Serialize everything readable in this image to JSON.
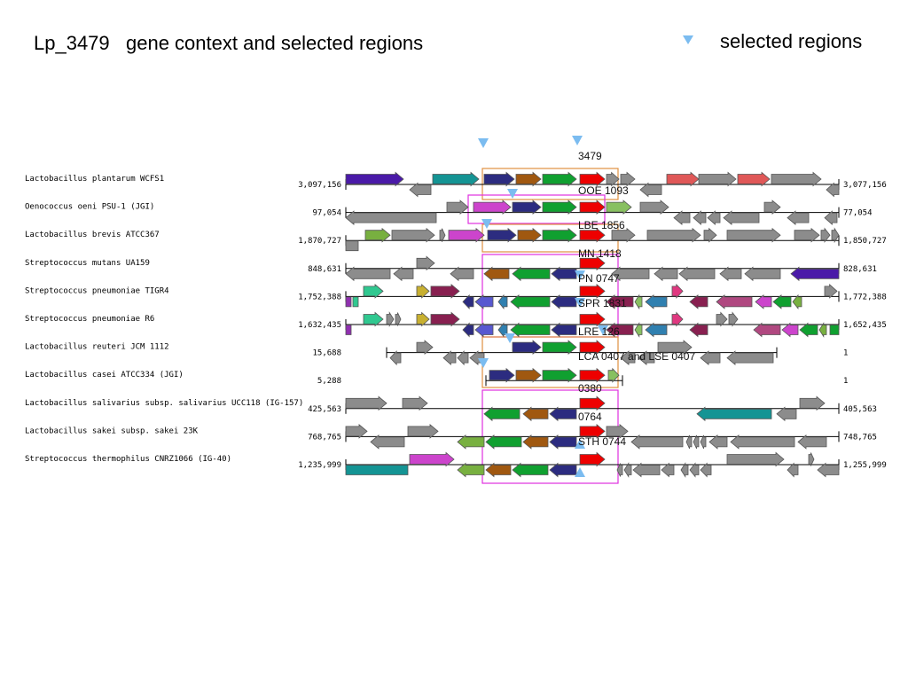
{
  "title": "Lp_3479   gene context and selected regions",
  "legend": {
    "label": "selected regions",
    "icon": "down-triangle-icon",
    "color": "#7bbcf0"
  },
  "colors": {
    "gray": "#8c8c8c",
    "purple": "#4a1aa8",
    "teal": "#149494",
    "navy": "#2c2c80",
    "brown": "#a05810",
    "green": "#10a030",
    "red": "#ee0000",
    "lightgreen": "#88c060",
    "salmon": "#e05858",
    "magenta": "#cc44cc",
    "lime": "#78b040",
    "mint": "#30c890",
    "olive": "#c8b030",
    "maroon": "#882050",
    "blue": "#5858d0",
    "steel": "#3080b0",
    "pink": "#e03880",
    "mauve": "#b04880",
    "violet": "#9030b0",
    "box_orange": "#e09040",
    "box_magenta": "#e030e0",
    "marker": "#7bbcf0"
  },
  "rows": [
    {
      "organism": "Lactobacillus plantarum WCFS1",
      "left": "3,097,156",
      "right": "3,077,156",
      "genes": [
        [
          390,
          455,
          "purple",
          1
        ],
        [
          462,
          486,
          "gray",
          -1
        ],
        [
          488,
          540,
          "teal",
          1
        ],
        [
          546,
          580,
          "navy",
          1
        ],
        [
          582,
          610,
          "brown",
          1
        ],
        [
          612,
          650,
          "green",
          1
        ],
        [
          654,
          682,
          "red",
          1
        ],
        [
          684,
          698,
          "gray",
          1
        ],
        [
          700,
          716,
          "gray",
          1
        ],
        [
          722,
          746,
          "gray",
          -1
        ],
        [
          752,
          788,
          "salmon",
          1
        ],
        [
          788,
          830,
          "gray",
          1
        ],
        [
          832,
          868,
          "salmon",
          1
        ],
        [
          870,
          926,
          "gray",
          1
        ],
        [
          932,
          946,
          "gray",
          -1
        ]
      ]
    },
    {
      "organism": "Oenococcus oeni PSU-1 (JGI)",
      "left": "97,054",
      "right": "77,054",
      "genes": [
        [
          390,
          492,
          "gray",
          -1
        ],
        [
          504,
          528,
          "gray",
          1
        ],
        [
          534,
          576,
          "magenta",
          1
        ],
        [
          578,
          610,
          "navy",
          1
        ],
        [
          612,
          650,
          "green",
          1
        ],
        [
          654,
          682,
          "red",
          1
        ],
        [
          684,
          712,
          "lightgreen",
          1
        ],
        [
          722,
          754,
          "gray",
          1
        ],
        [
          760,
          778,
          "gray",
          -1
        ],
        [
          782,
          796,
          "gray",
          -1
        ],
        [
          798,
          812,
          "gray",
          -1
        ],
        [
          816,
          856,
          "gray",
          -1
        ],
        [
          862,
          880,
          "gray",
          1
        ],
        [
          888,
          912,
          "gray",
          -1
        ],
        [
          930,
          944,
          "gray",
          -1
        ]
      ]
    },
    {
      "organism": "Lactobacillus brevis ATCC367",
      "left": "1,870,727",
      "right": "1,850,727",
      "genes": [
        [
          390,
          404,
          "gray",
          0
        ],
        [
          412,
          440,
          "lime",
          1
        ],
        [
          442,
          490,
          "gray",
          1
        ],
        [
          496,
          502,
          "gray",
          1
        ],
        [
          506,
          546,
          "magenta",
          1
        ],
        [
          550,
          582,
          "navy",
          1
        ],
        [
          584,
          610,
          "brown",
          1
        ],
        [
          612,
          650,
          "green",
          1
        ],
        [
          654,
          682,
          "red",
          1
        ],
        [
          690,
          716,
          "gray",
          1
        ],
        [
          730,
          790,
          "gray",
          1
        ],
        [
          794,
          808,
          "gray",
          1
        ],
        [
          820,
          880,
          "gray",
          1
        ],
        [
          896,
          924,
          "gray",
          1
        ],
        [
          926,
          936,
          "gray",
          1
        ],
        [
          938,
          946,
          "gray",
          1
        ]
      ]
    },
    {
      "organism": "Streptococcus mutans UA159",
      "left": "848,631",
      "right": "828,631",
      "genes": [
        [
          390,
          440,
          "gray",
          -1
        ],
        [
          444,
          466,
          "gray",
          -1
        ],
        [
          470,
          490,
          "gray",
          1
        ],
        [
          508,
          534,
          "gray",
          -1
        ],
        [
          546,
          574,
          "brown",
          -1
        ],
        [
          578,
          620,
          "green",
          -1
        ],
        [
          622,
          650,
          "navy",
          -1
        ],
        [
          654,
          682,
          "red",
          1
        ],
        [
          690,
          732,
          "gray",
          -1
        ],
        [
          738,
          764,
          "gray",
          -1
        ],
        [
          766,
          806,
          "gray",
          -1
        ],
        [
          812,
          836,
          "gray",
          -1
        ],
        [
          840,
          880,
          "gray",
          -1
        ],
        [
          892,
          946,
          "purple",
          -1
        ]
      ]
    },
    {
      "organism": "Streptococcus pneumoniae TIGR4",
      "left": "1,752,388",
      "right": "1,772,388",
      "genes": [
        [
          390,
          396,
          "violet",
          0
        ],
        [
          398,
          404,
          "mint",
          0
        ],
        [
          410,
          432,
          "mint",
          1
        ],
        [
          470,
          484,
          "olive",
          1
        ],
        [
          486,
          518,
          "maroon",
          1
        ],
        [
          522,
          534,
          "navy",
          -1
        ],
        [
          536,
          556,
          "blue",
          -1
        ],
        [
          562,
          572,
          "steel",
          -1
        ],
        [
          576,
          620,
          "green",
          -1
        ],
        [
          622,
          650,
          "navy",
          -1
        ],
        [
          654,
          682,
          "red",
          1
        ],
        [
          684,
          714,
          "maroon",
          -1
        ],
        [
          716,
          724,
          "lightgreen",
          -1
        ],
        [
          728,
          752,
          "steel",
          -1
        ],
        [
          758,
          770,
          "pink",
          1
        ],
        [
          778,
          798,
          "maroon",
          -1
        ],
        [
          808,
          848,
          "mauve",
          -1
        ],
        [
          852,
          870,
          "magenta",
          -1
        ],
        [
          872,
          892,
          "green",
          -1
        ],
        [
          894,
          904,
          "lime",
          -1
        ],
        [
          930,
          944,
          "gray",
          1
        ]
      ]
    },
    {
      "organism": "Streptococcus pneumoniae R6",
      "left": "1,632,435",
      "right": "1,652,435",
      "genes": [
        [
          390,
          396,
          "violet",
          0
        ],
        [
          410,
          432,
          "mint",
          1
        ],
        [
          436,
          444,
          "gray",
          1
        ],
        [
          446,
          452,
          "gray",
          1
        ],
        [
          470,
          484,
          "olive",
          1
        ],
        [
          486,
          518,
          "maroon",
          1
        ],
        [
          522,
          534,
          "navy",
          -1
        ],
        [
          536,
          556,
          "blue",
          -1
        ],
        [
          562,
          572,
          "steel",
          -1
        ],
        [
          576,
          620,
          "green",
          -1
        ],
        [
          622,
          650,
          "navy",
          -1
        ],
        [
          654,
          682,
          "red",
          1
        ],
        [
          684,
          714,
          "maroon",
          -1
        ],
        [
          716,
          724,
          "lightgreen",
          -1
        ],
        [
          728,
          752,
          "steel",
          -1
        ],
        [
          758,
          770,
          "pink",
          1
        ],
        [
          778,
          798,
          "maroon",
          -1
        ],
        [
          808,
          820,
          "gray",
          1
        ],
        [
          822,
          832,
          "gray",
          1
        ],
        [
          850,
          880,
          "mauve",
          -1
        ],
        [
          882,
          900,
          "magenta",
          -1
        ],
        [
          902,
          922,
          "green",
          -1
        ],
        [
          924,
          932,
          "lime",
          -1
        ],
        [
          936,
          946,
          "green",
          0
        ]
      ]
    },
    {
      "organism": "Lactobacillus reuteri JCM 1112",
      "left": "15,688",
      "right": "1",
      "genes": [
        [
          440,
          452,
          "gray",
          -1
        ],
        [
          470,
          488,
          "gray",
          1
        ],
        [
          500,
          514,
          "gray",
          -1
        ],
        [
          516,
          528,
          "gray",
          -1
        ],
        [
          530,
          546,
          "gray",
          -1
        ],
        [
          578,
          610,
          "navy",
          1
        ],
        [
          612,
          650,
          "green",
          1
        ],
        [
          654,
          682,
          "red",
          1
        ],
        [
          700,
          716,
          "gray",
          -1
        ],
        [
          720,
          738,
          "gray",
          -1
        ],
        [
          742,
          780,
          "gray",
          1
        ],
        [
          790,
          812,
          "gray",
          -1
        ],
        [
          820,
          872,
          "gray",
          -1
        ]
      ]
    },
    {
      "organism": "Lactobacillus casei ATCC334 (JGI)",
      "left": "5,288",
      "right": "1",
      "genes": [
        [
          552,
          580,
          "navy",
          1
        ],
        [
          582,
          610,
          "brown",
          1
        ],
        [
          612,
          650,
          "green",
          1
        ],
        [
          654,
          682,
          "red",
          1
        ],
        [
          686,
          698,
          "lightgreen",
          1
        ]
      ]
    },
    {
      "organism": "Lactobacillus salivarius subsp. salivarius UCC118 (IG-157)",
      "left": "425,563",
      "right": "405,563",
      "genes": [
        [
          390,
          436,
          "gray",
          1
        ],
        [
          454,
          482,
          "gray",
          1
        ],
        [
          546,
          586,
          "green",
          -1
        ],
        [
          590,
          618,
          "brown",
          -1
        ],
        [
          620,
          650,
          "navy",
          -1
        ],
        [
          654,
          682,
          "red",
          1
        ],
        [
          786,
          870,
          "teal",
          -1
        ],
        [
          876,
          898,
          "gray",
          -1
        ],
        [
          902,
          930,
          "gray",
          1
        ]
      ]
    },
    {
      "organism": "Lactobacillus sakei subsp. sakei 23K",
      "left": "768,765",
      "right": "748,765",
      "genes": [
        [
          390,
          414,
          "gray",
          1
        ],
        [
          418,
          456,
          "gray",
          -1
        ],
        [
          460,
          494,
          "gray",
          1
        ],
        [
          516,
          546,
          "lime",
          -1
        ],
        [
          548,
          588,
          "green",
          -1
        ],
        [
          590,
          618,
          "brown",
          -1
        ],
        [
          620,
          650,
          "navy",
          -1
        ],
        [
          654,
          682,
          "red",
          1
        ],
        [
          684,
          708,
          "gray",
          1
        ],
        [
          712,
          770,
          "gray",
          -1
        ],
        [
          774,
          780,
          "gray",
          -1
        ],
        [
          782,
          788,
          "gray",
          -1
        ],
        [
          790,
          796,
          "gray",
          -1
        ],
        [
          800,
          820,
          "gray",
          -1
        ],
        [
          824,
          896,
          "gray",
          -1
        ],
        [
          900,
          932,
          "gray",
          -1
        ]
      ]
    },
    {
      "organism": "Streptococcus thermophilus CNRZ1066 (IG-40)",
      "left": "1,235,999",
      "right": "1,255,999",
      "genes": [
        [
          390,
          460,
          "teal",
          0
        ],
        [
          462,
          512,
          "magenta",
          1
        ],
        [
          516,
          546,
          "lime",
          -1
        ],
        [
          548,
          576,
          "brown",
          -1
        ],
        [
          578,
          618,
          "green",
          -1
        ],
        [
          620,
          650,
          "navy",
          -1
        ],
        [
          654,
          682,
          "red",
          1
        ],
        [
          696,
          702,
          "gray",
          -1
        ],
        [
          704,
          712,
          "gray",
          -1
        ],
        [
          714,
          744,
          "gray",
          -1
        ],
        [
          746,
          760,
          "gray",
          -1
        ],
        [
          768,
          776,
          "gray",
          -1
        ],
        [
          778,
          788,
          "gray",
          -1
        ],
        [
          790,
          802,
          "gray",
          -1
        ],
        [
          820,
          884,
          "gray",
          1
        ],
        [
          888,
          900,
          "gray",
          -1
        ],
        [
          912,
          918,
          "gray",
          1
        ],
        [
          922,
          946,
          "gray",
          -1
        ]
      ]
    }
  ],
  "annotations": [
    "3479",
    "OOE 1093",
    "LBE 1856",
    "MN 1418",
    "PN 0747",
    "SPR 1831",
    "LRE 126",
    "LCA 0407 and LSE 0407",
    "0380",
    "0764",
    "STH 0744"
  ],
  "boxes": [
    [
      544,
      190,
      697,
      225,
      "box_orange"
    ],
    [
      528,
      220,
      682,
      252,
      "box_magenta"
    ],
    [
      544,
      253,
      697,
      284,
      "box_orange"
    ],
    [
      544,
      287,
      697,
      380,
      "box_magenta"
    ],
    [
      544,
      380,
      697,
      437,
      "box_orange"
    ],
    [
      544,
      440,
      697,
      545,
      "box_magenta"
    ]
  ],
  "markers": [
    [
      545,
      161,
      "down"
    ],
    [
      651,
      158,
      "down"
    ],
    [
      578,
      218,
      "down"
    ],
    [
      549,
      252,
      "down"
    ],
    [
      654,
      310,
      "down"
    ],
    [
      654,
      341,
      "down"
    ],
    [
      680,
      372,
      "down"
    ],
    [
      575,
      381,
      "down"
    ],
    [
      545,
      409,
      "down"
    ],
    [
      654,
      501,
      "up"
    ],
    [
      654,
      533,
      "up"
    ]
  ]
}
